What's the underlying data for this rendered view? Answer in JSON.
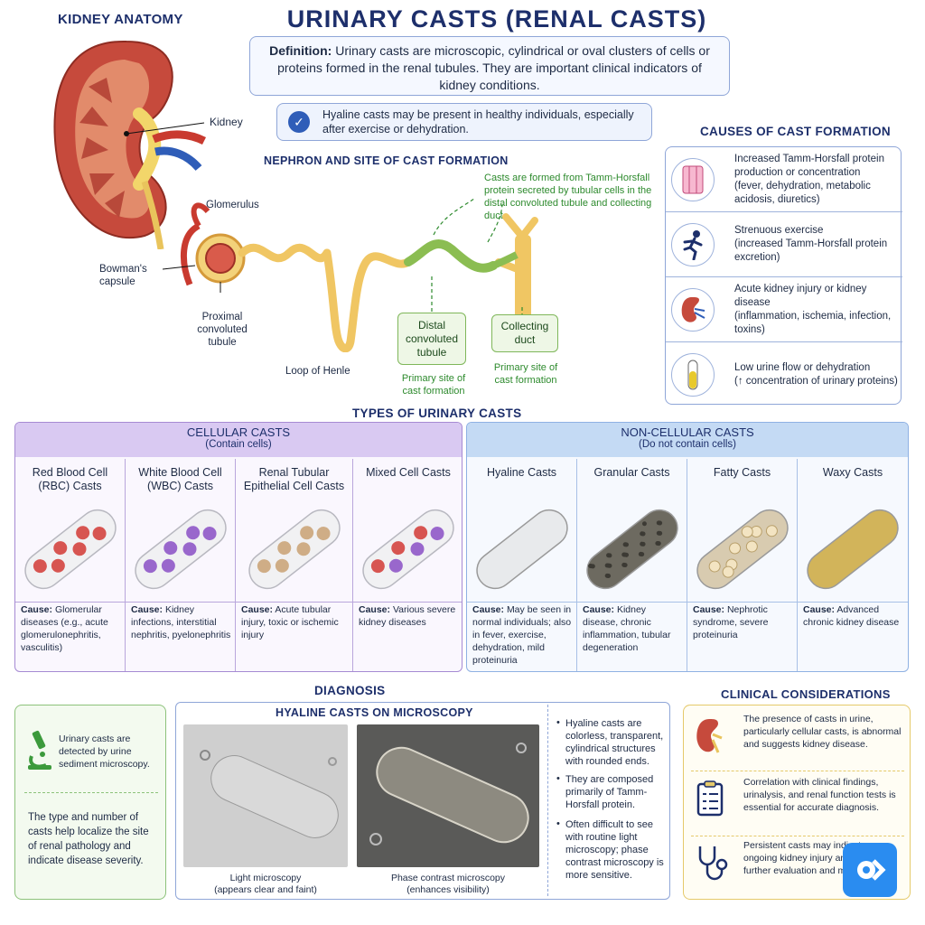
{
  "title": "URINARY CASTS (RENAL CASTS)",
  "kidney_anatomy": {
    "heading": "KIDNEY ANATOMY",
    "kidney_label": "Kidney"
  },
  "definition": {
    "label": "Definition:",
    "text": "Urinary casts are microscopic, cylindrical or oval clusters of cells or proteins formed in the renal tubules. They are important clinical indicators of kidney conditions."
  },
  "note": "Hyaline casts may be present in healthy individuals, especially after exercise or dehydration.",
  "nephron": {
    "heading": "NEPHRON AND SITE OF CAST FORMATION",
    "formation_note": "Casts are formed from Tamm-Horsfall protein secreted by tubular cells in the distal convoluted tubule and collecting duct.",
    "glomerulus": "Glomerulus",
    "bowmans": "Bowman's capsule",
    "pct": "Proximal convoluted tubule",
    "loop": "Loop of Henle",
    "dct": "Distal convoluted tubule",
    "cd": "Collecting duct",
    "primary_site": "Primary site of cast formation"
  },
  "causes": {
    "heading": "CAUSES OF CAST FORMATION",
    "items": [
      {
        "bold": "Increased Tamm-Horsfall protein production or concentration",
        "rest": "(fever, dehydration, metabolic acidosis, diuretics)",
        "icon": "cells-icon"
      },
      {
        "bold": "Strenuous exercise",
        "rest": "(increased Tamm-Horsfall protein excretion)",
        "icon": "runner-icon"
      },
      {
        "bold": "Acute kidney injury or kidney disease",
        "rest": "(inflammation, ischemia, infection, toxins)",
        "icon": "kidney-icon"
      },
      {
        "bold": "Low urine flow or dehydration",
        "rest": "(↑ concentration of urinary proteins)",
        "icon": "test-tube-icon"
      }
    ]
  },
  "types": {
    "heading": "TYPES OF URINARY CASTS",
    "cellular": {
      "title": "CELLULAR CASTS",
      "subtitle": "(Contain cells)",
      "items": [
        {
          "name": "Red Blood Cell (RBC) Casts",
          "cause_label": "Cause:",
          "cause": "Glomerular diseases (e.g., acute glomerulonephritis, vasculitis)",
          "color": "#d23a34"
        },
        {
          "name": "White Blood Cell (WBC) Casts",
          "cause_label": "Cause:",
          "cause": "Kidney infections, interstitial nephritis, pyelonephritis",
          "color": "#8a4fc4"
        },
        {
          "name": "Renal Tubular Epithelial Cell Casts",
          "cause_label": "Cause:",
          "cause": "Acute tubular injury, toxic or ischemic injury",
          "color": "#c9a172"
        },
        {
          "name": "Mixed Cell Casts",
          "cause_label": "Cause:",
          "cause": "Various severe kidney diseases",
          "color": "#b0505a"
        }
      ]
    },
    "noncellular": {
      "title": "NON-CELLULAR CASTS",
      "subtitle": "(Do not contain cells)",
      "items": [
        {
          "name": "Hyaline Casts",
          "cause_label": "Cause:",
          "cause": "May be seen in normal individuals; also in fever, exercise, dehydration, mild proteinuria",
          "color": "#e8eaec"
        },
        {
          "name": "Granular Casts",
          "cause_label": "Cause:",
          "cause": "Kidney disease, chronic inflammation, tubular degeneration",
          "color": "#6d6a60"
        },
        {
          "name": "Fatty Casts",
          "cause_label": "Cause:",
          "cause": "Nephrotic syndrome, severe proteinuria",
          "color": "#d8cbb0"
        },
        {
          "name": "Waxy Casts",
          "cause_label": "Cause:",
          "cause": "Advanced chronic kidney disease",
          "color": "#d2b45a"
        }
      ]
    }
  },
  "diagnosis": {
    "heading": "DIAGNOSIS",
    "detect": "Urinary casts are detected by urine sediment microscopy.",
    "localize": "The type and number of casts help localize the site of renal pathology and indicate disease severity."
  },
  "microscopy": {
    "heading": "HYALINE CASTS ON MICROSCOPY",
    "light": "Light microscopy",
    "light_sub": "(appears clear and faint)",
    "phase": "Phase contrast microscopy",
    "phase_sub": "(enhances visibility)",
    "bullets": [
      "Hyaline casts are colorless, transparent, cylindrical structures with rounded ends.",
      "They are composed primarily of Tamm-Horsfall protein.",
      "Often difficult to see with routine light microscopy; phase contrast microscopy is more sensitive."
    ]
  },
  "clinical": {
    "heading": "CLINICAL CONSIDERATIONS",
    "items": [
      {
        "text": "The presence of casts in urine, particularly cellular casts, is abnormal and suggests kidney disease.",
        "icon": "kidney-icon"
      },
      {
        "text": "Correlation with clinical findings, urinalysis, and renal function tests is essential for accurate diagnosis.",
        "icon": "clipboard-icon"
      },
      {
        "text": "Persistent casts may indicate ongoing kidney injury and require further evaluation and management.",
        "icon": "stethoscope-icon"
      }
    ]
  }
}
